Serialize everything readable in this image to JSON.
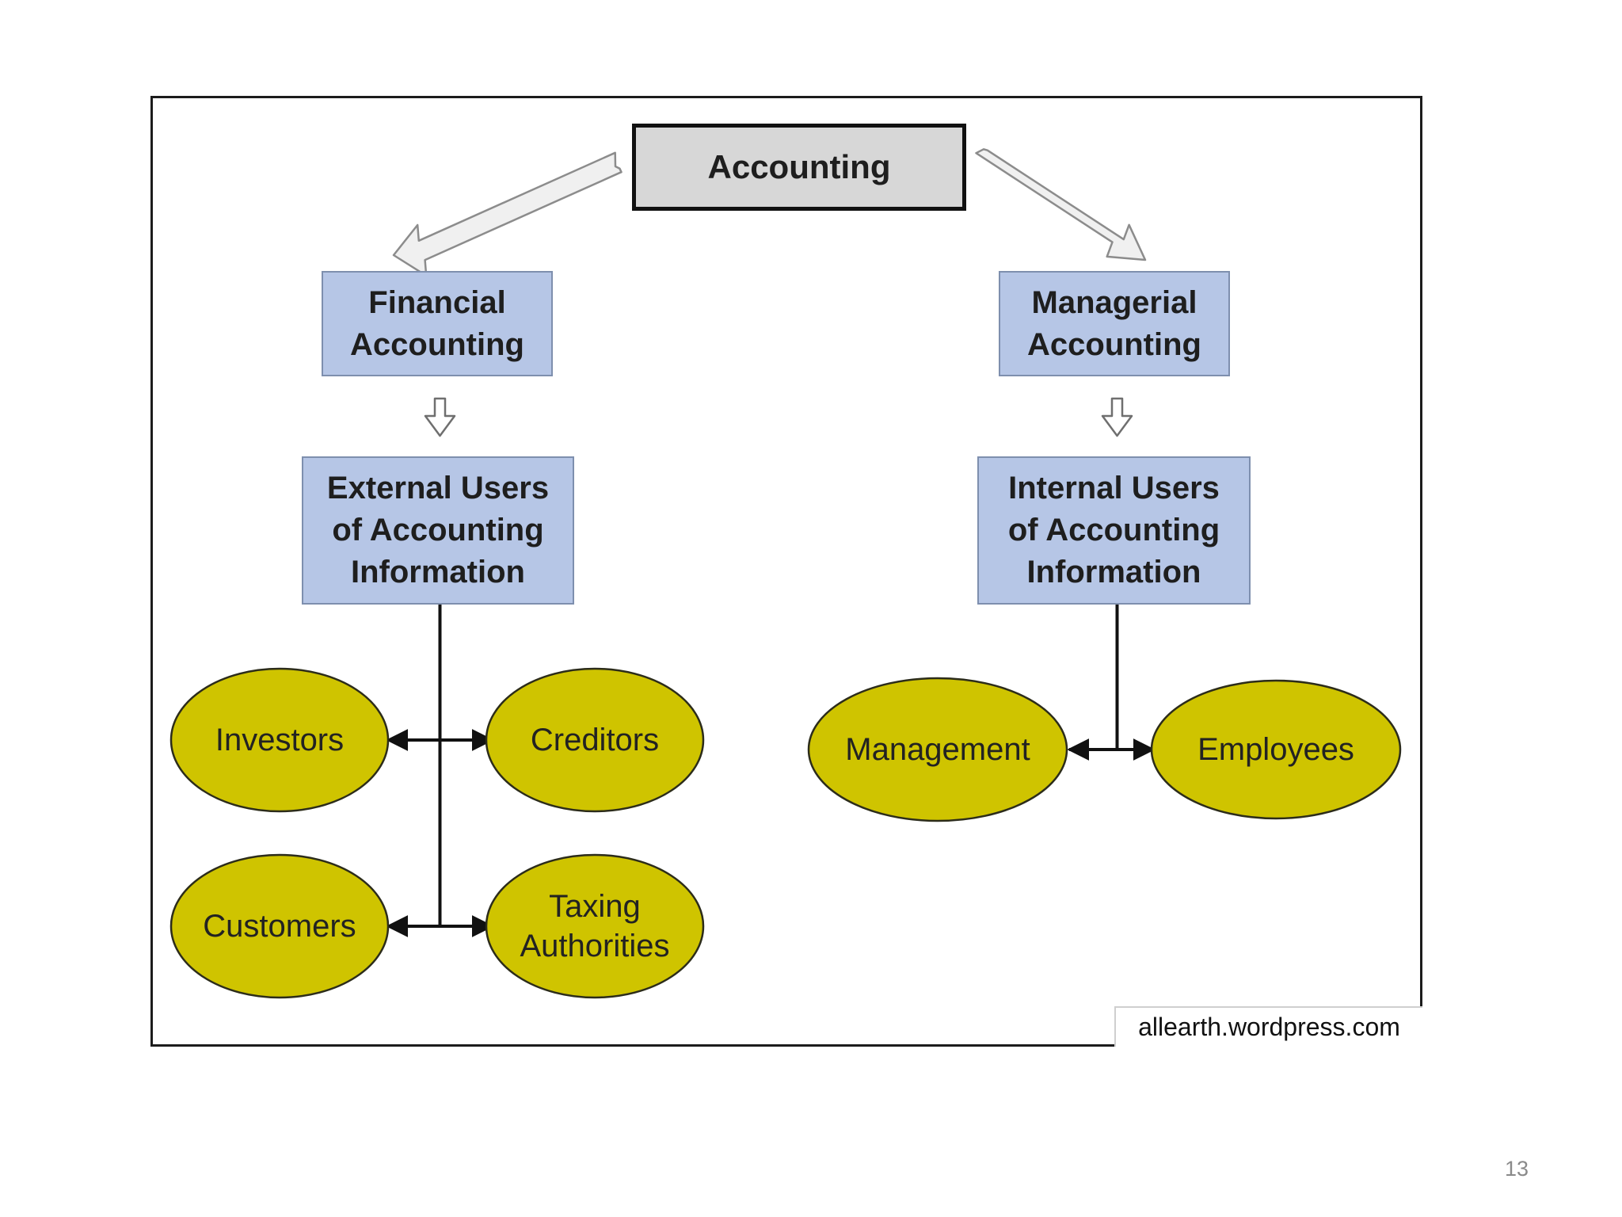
{
  "diagram": {
    "root": "Accounting",
    "branches": [
      {
        "title": "Financial\nAccounting",
        "users": "External Users\nof Accounting\nInformation",
        "stakeholders": [
          "Investors",
          "Creditors",
          "Customers",
          "Taxing\nAuthorities"
        ]
      },
      {
        "title": "Managerial\nAccounting",
        "users": "Internal Users\nof Accounting\nInformation",
        "stakeholders": [
          "Management",
          "Employees"
        ]
      }
    ],
    "source": "allearth.wordpress.com"
  },
  "slide": {
    "number": "13"
  },
  "colors": {
    "box_fill": "#b6c6e6",
    "root_fill": "#d7d7d7",
    "oval_fill": "#cfc400",
    "line": "#111111"
  }
}
